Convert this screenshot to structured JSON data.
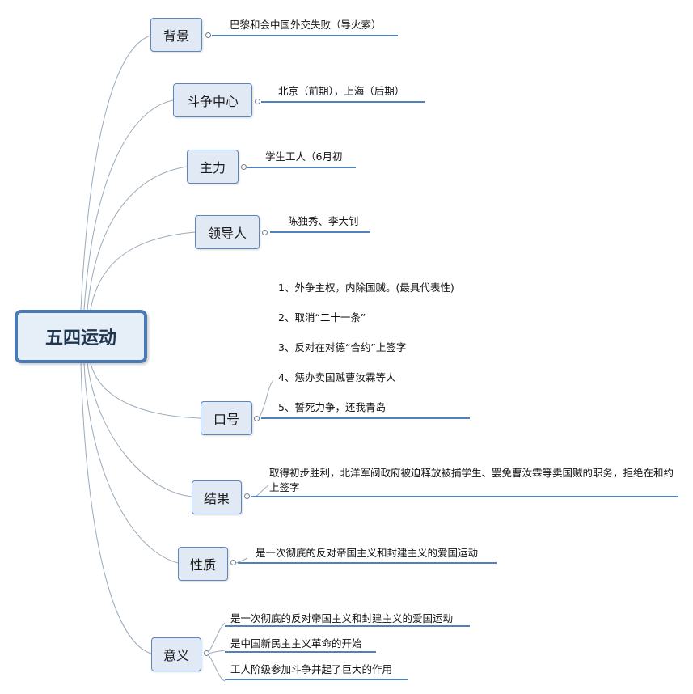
{
  "central": "五四运动",
  "topics": {
    "background": {
      "label": "背景",
      "items": [
        "巴黎和会中国外交失败（导火索）"
      ]
    },
    "center": {
      "label": "斗争中心",
      "items": [
        "北京（前期），上海（后期）"
      ]
    },
    "main_force": {
      "label": "主力",
      "items": [
        "学生工人（6月初"
      ]
    },
    "leaders": {
      "label": "领导人",
      "items": [
        "陈独秀、李大钊"
      ]
    },
    "slogans": {
      "label": "口号",
      "items": [
        "1、外争主权，内除国贼。(最具代表性)",
        "2、取消“二十一条”",
        "3、反对在对德“合约”上签字",
        "4、惩办卖国贼曹汝霖等人",
        "5、誓死力争，还我青岛"
      ]
    },
    "result": {
      "label": "结果",
      "items": [
        "取得初步胜利，北洋军阀政府被迫释放被捕学生、罢免曹汝霖等卖国贼的职务，拒绝在和约上签字"
      ]
    },
    "nature": {
      "label": "性质",
      "items": [
        "是一次彻底的反对帝国主义和封建主义的爱国运动"
      ]
    },
    "significance": {
      "label": "意义",
      "items": [
        "是一次彻底的反对帝国主义和封建主义的爱国运动",
        "是中国新民主主义革命的开始",
        "工人阶级参加斗争并起了巨大的作用"
      ]
    }
  }
}
